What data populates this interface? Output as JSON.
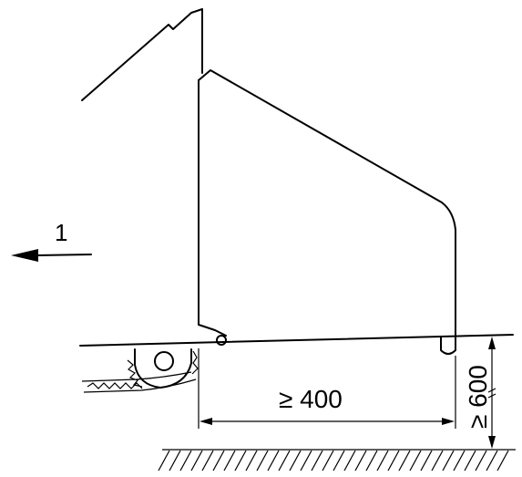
{
  "labels": {
    "arrow_label": "1",
    "horizontal_dimension": "≥ 400",
    "vertical_dimension": "≥ 600"
  },
  "colors": {
    "line": "#000000",
    "background": "#ffffff"
  }
}
